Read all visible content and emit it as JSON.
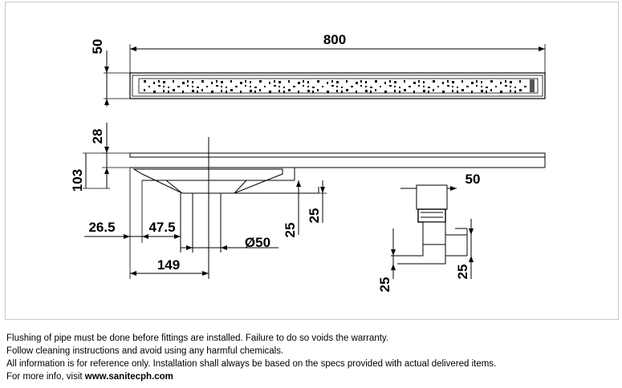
{
  "dimensions": {
    "length": "800",
    "top_height": "50",
    "profile_height": "28",
    "total_height": "103",
    "edge_offset": "26.5",
    "outlet_offset": "47.5",
    "outlet_diameter": "Ø50",
    "outlet_center": "149",
    "drop_left": "25",
    "drop_right": "25",
    "trap_width": "50",
    "trap_bottom_left": "25",
    "trap_bottom_right": "25"
  },
  "notes": {
    "line1": "Flushing of pipe must be done before fittings are installed. Failure to do so voids the warranty.",
    "line2": "Follow cleaning instructions and avoid using any harmful chemicals.",
    "line3": "All information is for reference only. Installation shall always be based on the specs provided with actual delivered items.",
    "line4_prefix": "For more info, visit ",
    "line4_link": "www.sanitecph.com"
  }
}
